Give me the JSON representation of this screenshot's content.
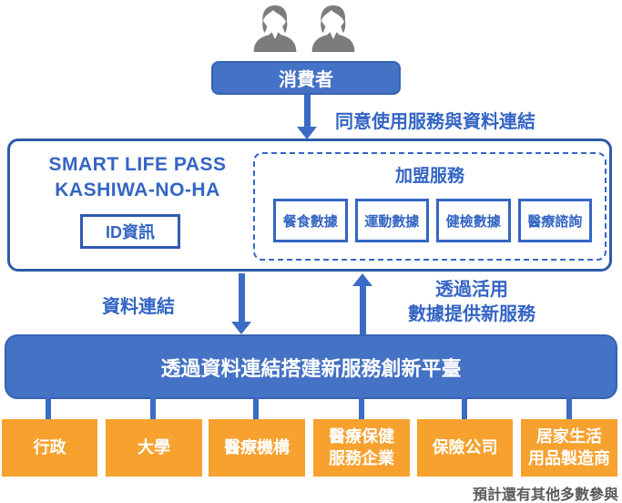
{
  "colors": {
    "primary_blue": "#4472C4",
    "border_blue": "#2E5BA9",
    "text_blue": "#3465C4",
    "arrow_blue": "#3B6BC4",
    "orange": "#F7A12F",
    "footnote_gray": "#595959",
    "person_gray": "#7C7C7C"
  },
  "icons": {
    "person_icon": "gray-business-person-bust"
  },
  "consumer": {
    "label": "消費者"
  },
  "consent_arrow_label": "同意使用服務與資料連結",
  "pass_box": {
    "title_line1": "SMART LIFE PASS",
    "title_line2": "KASHIWA-NO-HA",
    "id_label": "ID資訊"
  },
  "affiliate": {
    "title": "加盟服務",
    "services": [
      "餐食數據",
      "運動數據",
      "健檢數據",
      "醫療諮詢"
    ]
  },
  "link_down_label": "資料連結",
  "link_up_label": {
    "line1": "透過活用",
    "line2": "數據提供新服務"
  },
  "platform": {
    "label": "透過資料連結搭建新服務創新平臺"
  },
  "partners": [
    {
      "label": "行政"
    },
    {
      "label": "大學"
    },
    {
      "label": "醫療機構"
    },
    {
      "label": "醫療保健",
      "label2": "服務企業"
    },
    {
      "label": "保險公司"
    },
    {
      "label": "居家生活",
      "label2": "用品製造商"
    }
  ],
  "footnote": "預計還有其他多數參與"
}
